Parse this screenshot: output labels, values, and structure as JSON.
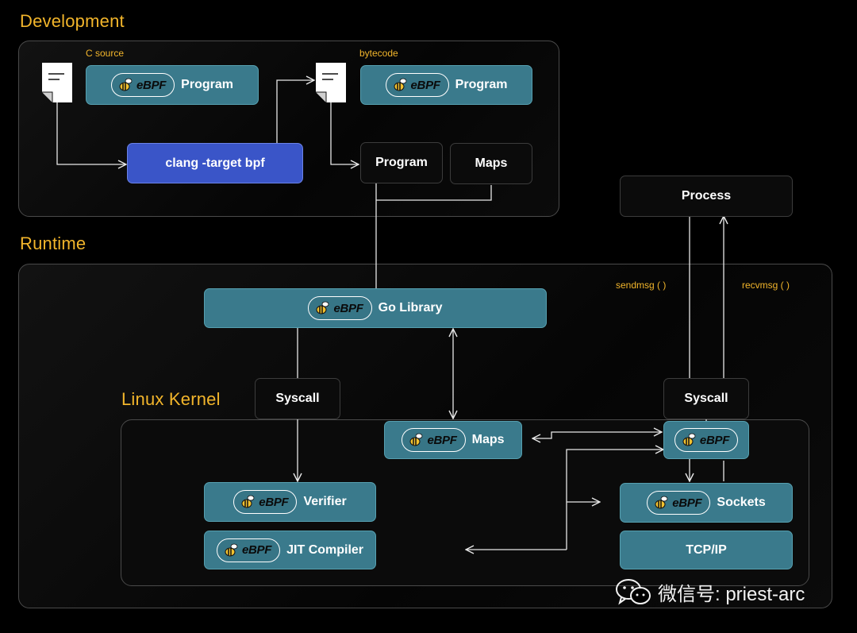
{
  "sections": {
    "development": "Development",
    "runtime": "Runtime",
    "kernel": "Linux Kernel"
  },
  "labels": {
    "c_source": "C source",
    "bytecode": "bytecode",
    "sendmsg": "sendmsg ( )",
    "recvmsg": "recvmsg ( )"
  },
  "ebpf_logo_text": "eBPF",
  "nodes": {
    "c_program": "Program",
    "bc_program": "Program",
    "clang": "clang -target bpf",
    "program": "Program",
    "maps_dev": "Maps",
    "process": "Process",
    "go_library": "Go Library",
    "syscall_left": "Syscall",
    "syscall_right": "Syscall",
    "kernel_maps": "Maps",
    "kernel_hook": "",
    "verifier": "Verifier",
    "jit": "JIT Compiler",
    "sockets": "Sockets",
    "tcpip": "TCP/IP"
  },
  "watermark": "微信号: priest-arc",
  "icons": {
    "document": "document-icon",
    "bee": "bee-logo-icon",
    "wechat": "wechat-icon"
  },
  "colors": {
    "accent_yellow": "#F2B52B",
    "teal": "#3a7a8c",
    "blue": "#3a55c8",
    "background": "#000000"
  }
}
